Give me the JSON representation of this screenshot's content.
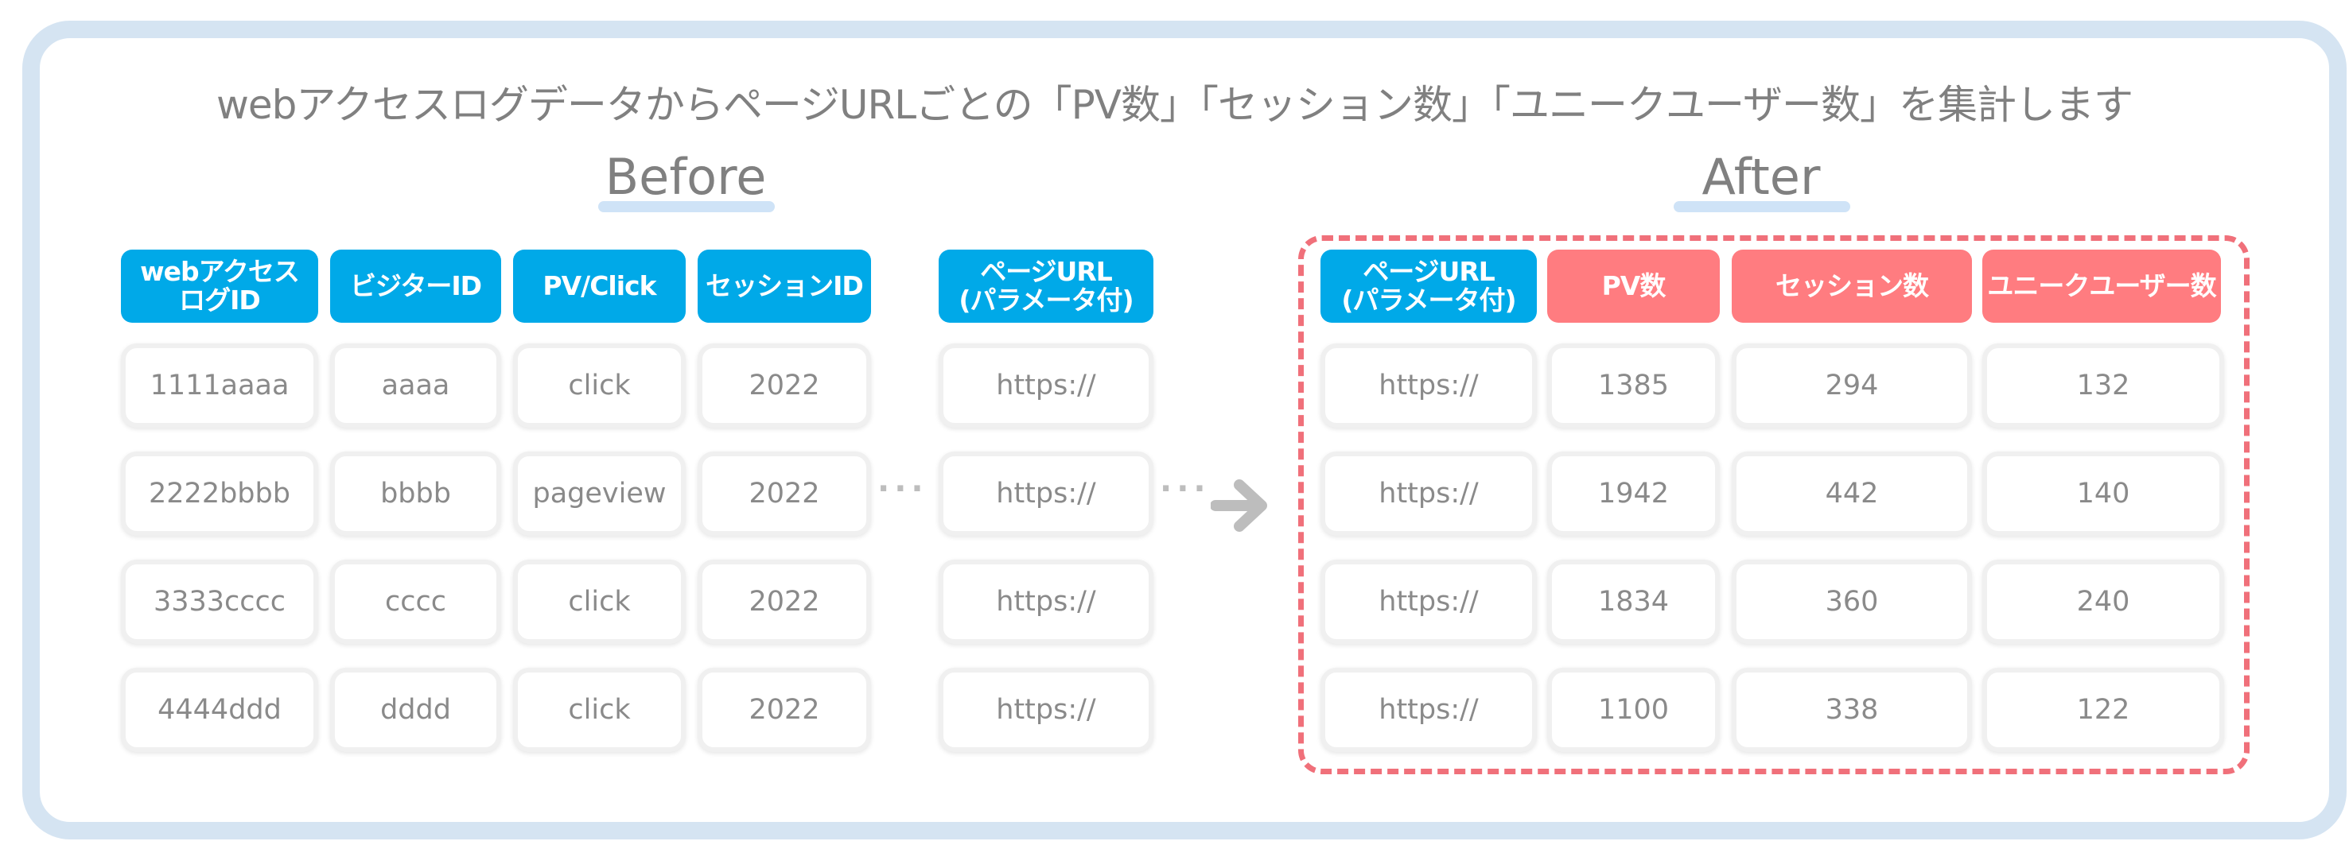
{
  "title": "webアクセスログデータからページURLごとの「PV数」「セッション数」「ユニークユーザー数」を集計します",
  "before": {
    "label": "Before",
    "headers": [
      "webアクセス\nログID",
      "ビジターID",
      "PV/Click",
      "セッションID"
    ],
    "rows": [
      [
        "1111aaaa",
        "aaaa",
        "click",
        "2022"
      ],
      [
        "2222bbbb",
        "bbbb",
        "pageview",
        "2022"
      ],
      [
        "3333cccc",
        "cccc",
        "click",
        "2022"
      ],
      [
        "4444ddd",
        "dddd",
        "click",
        "2022"
      ]
    ],
    "url_header": "ページURL\n(パラメータ付)",
    "url_rows": [
      "https://",
      "https://",
      "https://",
      "https://"
    ]
  },
  "ellipsis": "···",
  "after": {
    "label": "After",
    "headers": [
      "ページURL\n(パラメータ付)",
      "PV数",
      "セッション数",
      "ユニークユーザー数"
    ],
    "rows": [
      [
        "https://",
        "1385",
        "294",
        "132"
      ],
      [
        "https://",
        "1942",
        "442",
        "140"
      ],
      [
        "https://",
        "1834",
        "360",
        "240"
      ],
      [
        "https://",
        "1100",
        "338",
        "122"
      ]
    ]
  },
  "colors": {
    "header_blue": "#00a9e8",
    "header_red": "#ff7c80",
    "dash_red": "#f0707a",
    "frame": "#d5e4f2"
  }
}
